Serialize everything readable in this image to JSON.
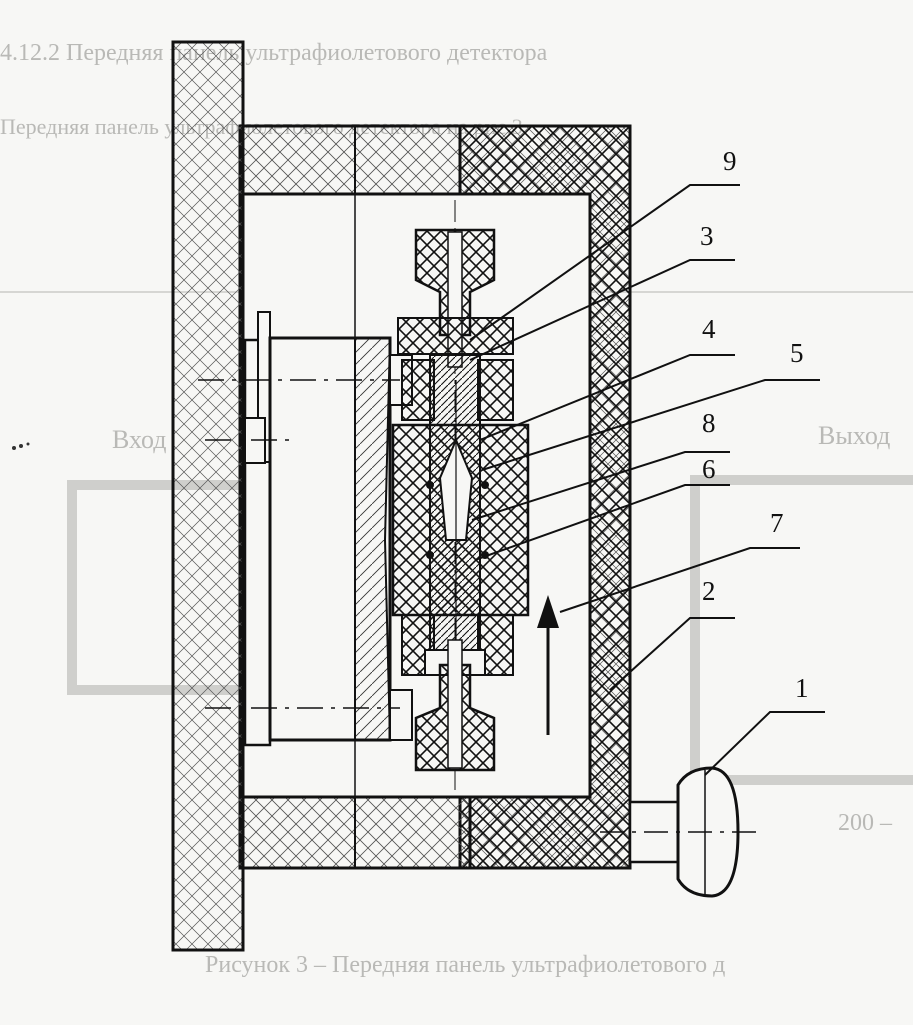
{
  "bleed_through": {
    "heading": "4.12.2 Передняя панель ультрафиолетового детектора",
    "subheading": "Передняя панель ультрафиолетового детектора на рис.3",
    "left_tab": "Вход",
    "right_tab": "Выход",
    "scale_text": "200 –",
    "caption": "Рисунок 3 – Передняя панель ультрафиолетового д"
  },
  "callouts": [
    "9",
    "3",
    "4",
    "5",
    "8",
    "6",
    "7",
    "2",
    "1"
  ],
  "colors": {
    "ink": "#111111",
    "paper": "#f7f7f5",
    "bleed": "#b9b9b6"
  }
}
